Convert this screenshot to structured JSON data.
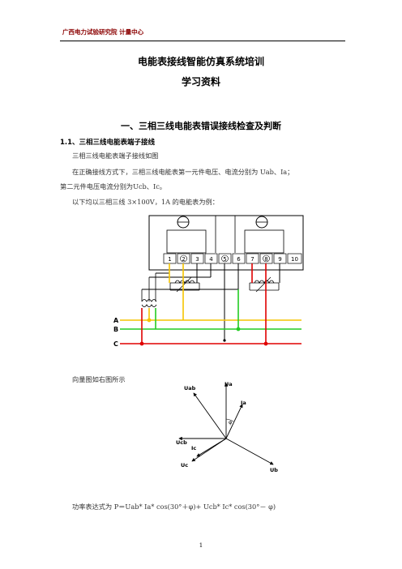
{
  "header": {
    "org": "广西电力试验研究院  计量中心"
  },
  "title": {
    "line1": "电能表接线智能仿真系统培训",
    "line2": "学习资料"
  },
  "section1": {
    "heading": "一、三相三线电能表错误接线检查及判断",
    "sub_heading": "1.1、三相三线电能表端子接线",
    "para1": "三相三线电能表端子接线如图",
    "para2a": "在正确接线方式下，三相三线电能表第一元件电压、电流分别为 Uab、Ia；",
    "para2b": "第二元件电压电流分别为Ucb、Ic。",
    "para3": "以下均以三相三线 3×100V，1A 的电能表为例："
  },
  "wiring_diagram": {
    "terminals": [
      "1",
      "2",
      "3",
      "4",
      "5",
      "6",
      "7",
      "8",
      "9",
      "10"
    ],
    "phases": [
      "A",
      "B",
      "C"
    ],
    "colors": {
      "A": "#f5c400",
      "B": "#22cc22",
      "C": "#e00000",
      "neutral": "#000000"
    }
  },
  "vector_section": {
    "caption": "向量图如右图所示",
    "labels": {
      "Uab": "Uab",
      "Ua": "Ua",
      "Ia": "Ia",
      "phi": "φ",
      "Ucb": "Ucb",
      "Ic": "Ic",
      "Uc": "Uc",
      "Ub": "Ub"
    }
  },
  "formula": "功率表达式为 P＝Uab* Ia* cos(30°＋φ)+ Ucb* Ic* cos(30°－ φ)",
  "page_number": "1"
}
